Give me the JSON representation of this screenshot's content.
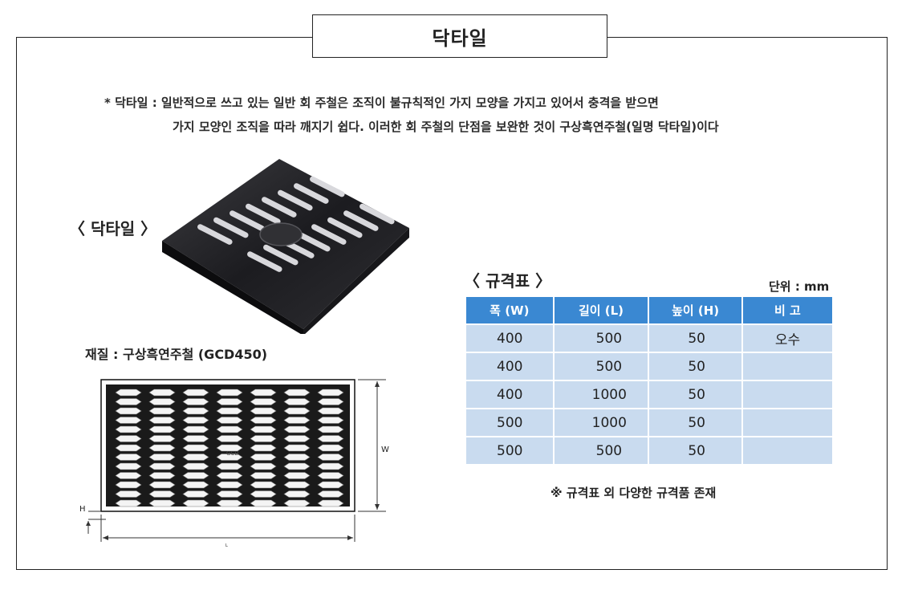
{
  "title": "닥타일",
  "description": {
    "line1": "* 닥타일 : 일반적으로 쓰고 있는 일반 회 주철은 조직이 불규칙적인 가지 모양을 가지고 있어서 충격을 받으면",
    "line2": "가지 모양인 조직을 따라 깨지기 쉽다. 이러한 회 주철의 단점을 보완한 것이 구상흑연주철(일명 닥타일)이다"
  },
  "product_label": "〈 닥타일 〉",
  "material": "재질 : 구상흑연주철 (GCD450)",
  "drawing": {
    "w_label": "W",
    "h_label": "H",
    "l_label": "L",
    "logo_text": "GCD"
  },
  "spec": {
    "label": "〈 규격표 〉",
    "unit": "단위 : mm",
    "headers": [
      "폭 (W)",
      "길이 (L)",
      "높이 (H)",
      "비 고"
    ],
    "rows": [
      [
        "400",
        "500",
        "50",
        "오수"
      ],
      [
        "400",
        "500",
        "50",
        ""
      ],
      [
        "400",
        "1000",
        "50",
        ""
      ],
      [
        "500",
        "1000",
        "50",
        ""
      ],
      [
        "500",
        "500",
        "50",
        ""
      ]
    ]
  },
  "note": "※ 규격표 외 다양한 규격품 존재"
}
